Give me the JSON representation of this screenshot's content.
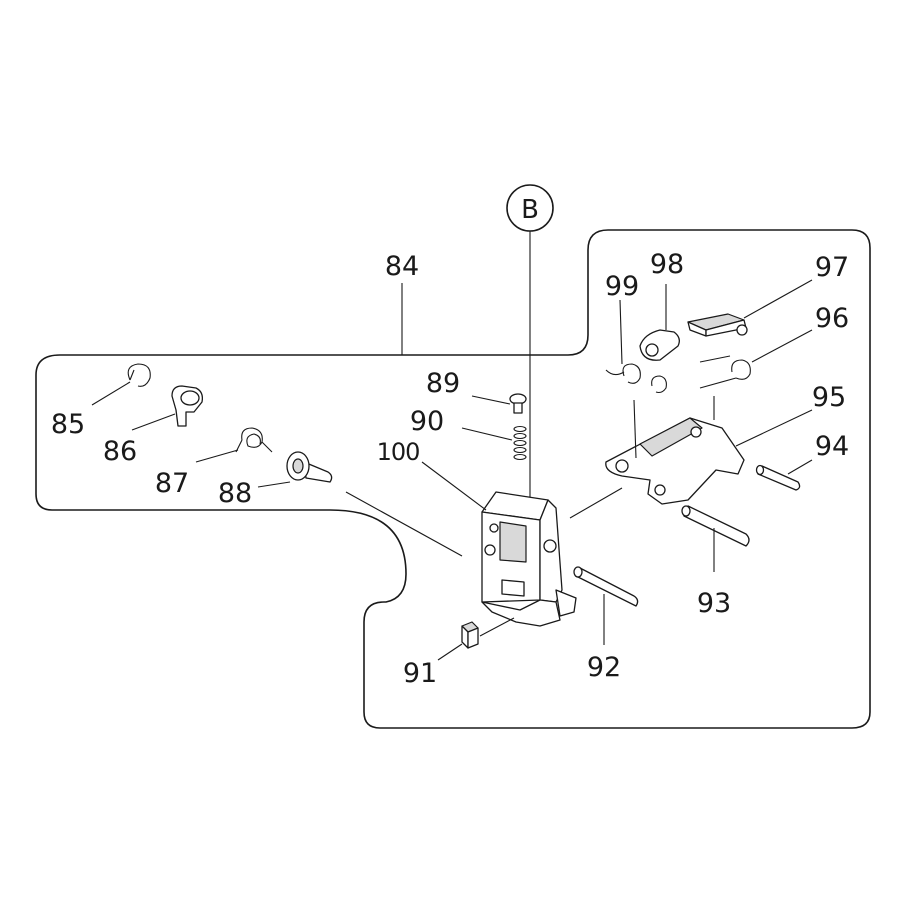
{
  "reference_marker": {
    "label": "B"
  },
  "assembly_label": "84",
  "part_labels": {
    "p85": "85",
    "p86": "86",
    "p87": "87",
    "p88": "88",
    "p89": "89",
    "p90": "90",
    "p91": "91",
    "p92": "92",
    "p93": "93",
    "p94": "94",
    "p95": "95",
    "p96": "96",
    "p97": "97",
    "p98": "98",
    "p99": "99",
    "p100": "100"
  },
  "colors": {
    "line": "#1a1a1a",
    "background": "#ffffff",
    "shade": "#d9d9d9"
  }
}
